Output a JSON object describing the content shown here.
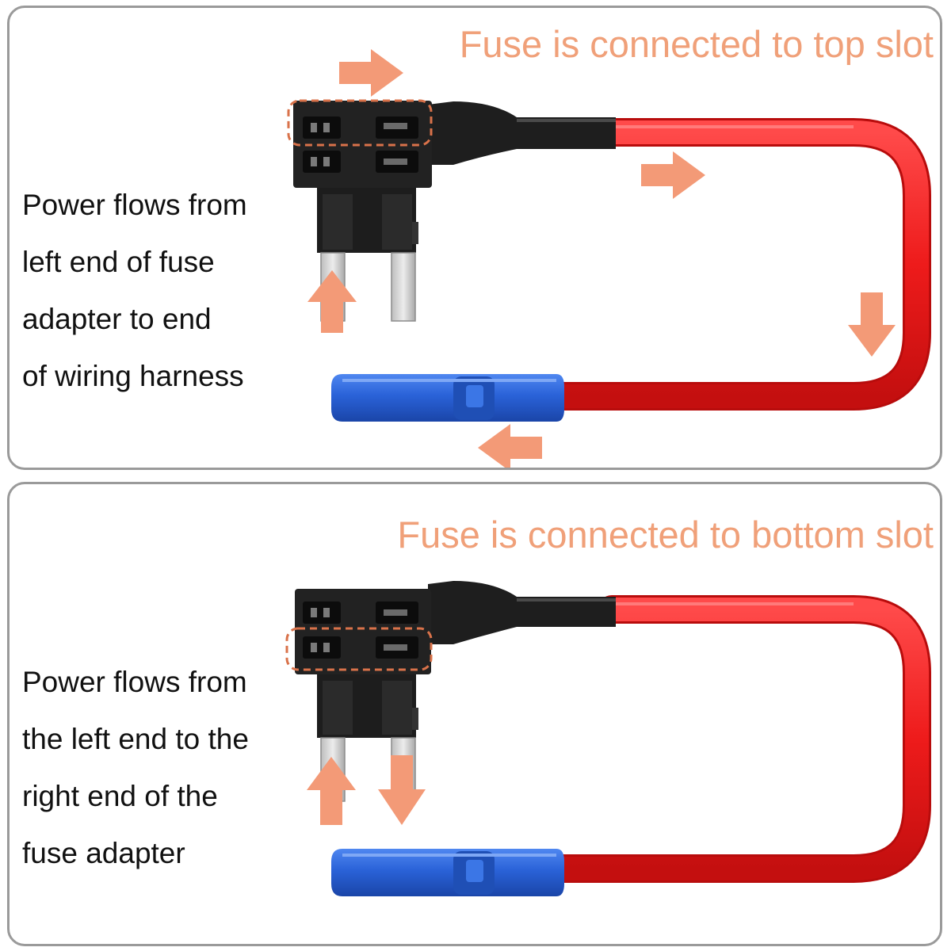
{
  "colors": {
    "title_text": "#f0a079",
    "arrow": "#f39a77",
    "wire": "#ee1b1b",
    "terminal": "#2a62d8",
    "housing": "#1f1f1f",
    "blade": "#d6d6d6",
    "panel_border": "#9a9a9a",
    "highlight_dash": "#d9724a"
  },
  "panels": [
    {
      "title": "Fuse is connected to top slot",
      "lines": [
        "Power flows from",
        "left end of fuse",
        "adapter to end",
        "of wiring harness"
      ],
      "highlighted_slot": "top"
    },
    {
      "title": "Fuse is connected to bottom slot",
      "lines": [
        "Power flows from",
        "the left end to the",
        "right end of the",
        "fuse adapter"
      ],
      "highlighted_slot": "bottom"
    }
  ]
}
